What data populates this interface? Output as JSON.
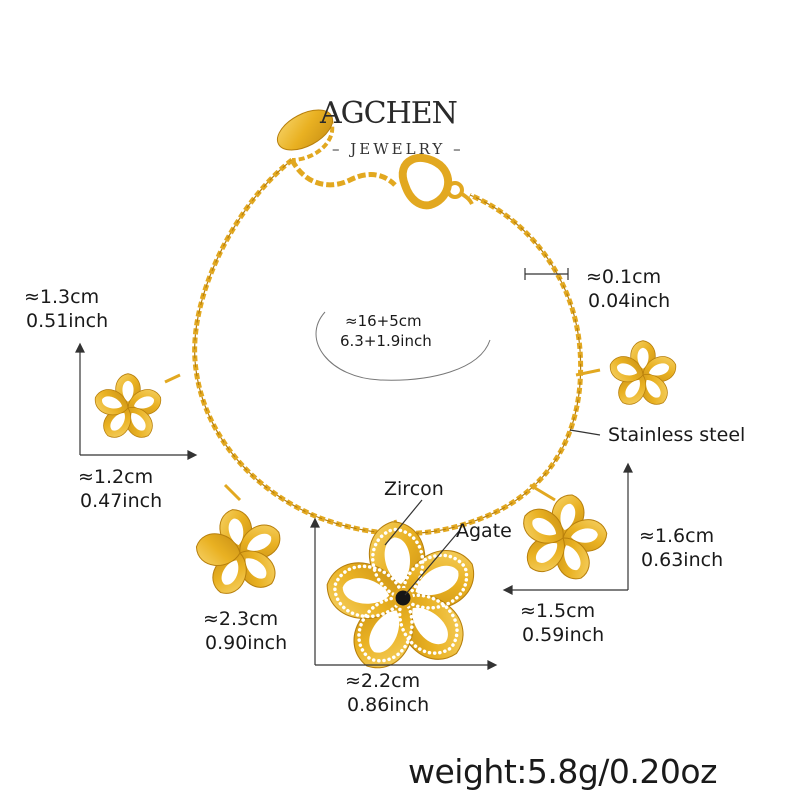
{
  "brand": {
    "name": "AGCHEN",
    "tagline": "JEWELRY"
  },
  "circumference": {
    "cm": "≈16+5cm",
    "inch": "6.3+1.9inch"
  },
  "measurements": {
    "chain_thickness": {
      "cm": "≈0.1cm",
      "inch": "0.04inch"
    },
    "small_flower_height": {
      "cm": "≈1.3cm",
      "inch": "0.51inch"
    },
    "small_flower_width": {
      "cm": "≈1.2cm",
      "inch": "0.47inch"
    },
    "right_flower_height": {
      "cm": "≈1.6cm",
      "inch": "0.63inch"
    },
    "right_flower_width": {
      "cm": "≈1.5cm",
      "inch": "0.59inch"
    },
    "center_flower_height": {
      "cm": "≈2.3cm",
      "inch": "0.90inch"
    },
    "center_flower_width": {
      "cm": "≈2.2cm",
      "inch": "0.86inch"
    }
  },
  "materials": {
    "chain": "Stainless steel",
    "stones": "Zircon",
    "center_stone": "Agate"
  },
  "weight": "weight:5.8g/0.20oz",
  "colors": {
    "gold": "#E9B122",
    "gold_dark": "#B77F0C",
    "gold_light": "#F7D46A",
    "agate": "#161616",
    "zircon": "#FFFFFF"
  }
}
